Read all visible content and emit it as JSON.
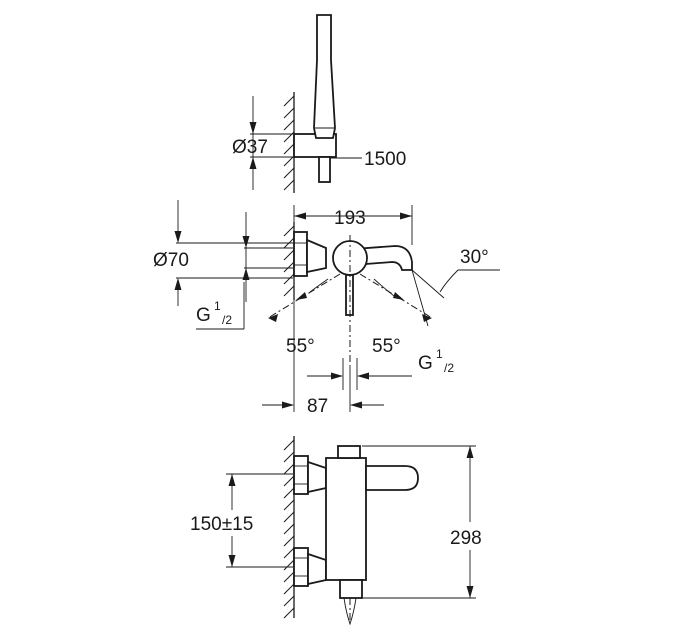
{
  "top_view": {
    "diameter_label": "Ø37",
    "hose_length_label": "1500"
  },
  "middle_view": {
    "width_label": "193",
    "diameter_label": "Ø70",
    "thread_left_main": "G",
    "thread_left_sup": "1",
    "thread_left_sub": "/2",
    "angle_right_label": "30°",
    "angle_left_label": "55°",
    "angle_center_label": "55°",
    "thread_right_main": "G",
    "thread_right_sup": "1",
    "thread_right_sub": "/2",
    "depth_label": "87"
  },
  "bottom_view": {
    "spacing_label": "150±15",
    "height_label": "298"
  }
}
